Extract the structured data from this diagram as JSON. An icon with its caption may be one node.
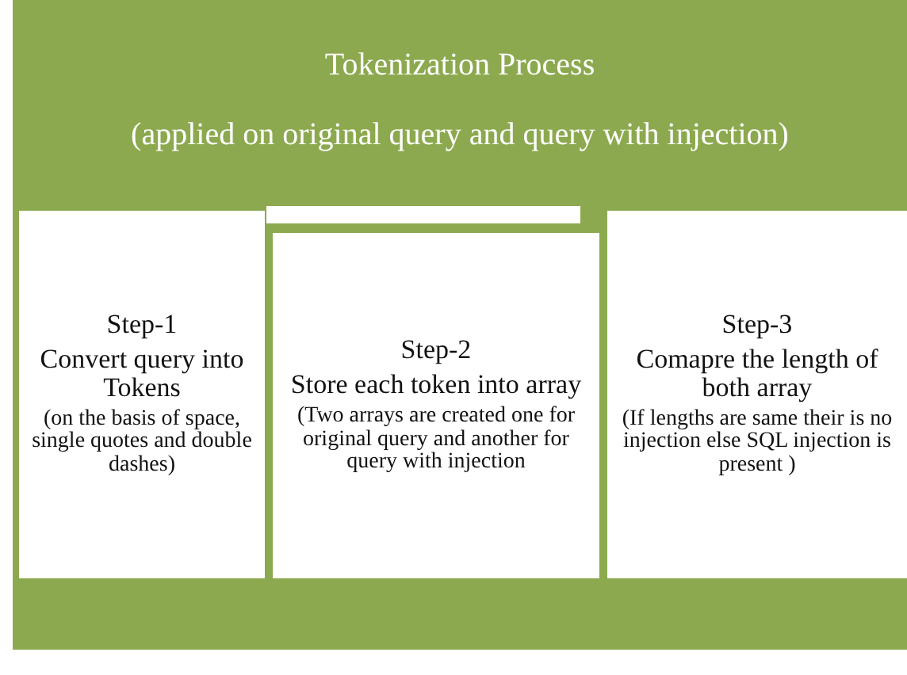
{
  "diagram": {
    "nodes": [
      {
        "text": [
          "Tokenization Process",
          "(applied on original query and query with injection)"
        ]
      },
      {
        "text": [
          "Step-1",
          "Convert query into Tokens",
          "(on the basis of space, single quotes and double dashes)"
        ],
        "in": 0
      },
      {
        "text": [
          "Step-2",
          "Store each token into array",
          "(Two arrays are created one for original query and another for query with injection"
        ],
        "in": 0
      },
      {
        "text": [
          "Step-3",
          "Comapre the length of both array",
          "(If lengths are same their is no injection else SQL injection is present )"
        ],
        "in": 0
      }
    ]
  }
}
